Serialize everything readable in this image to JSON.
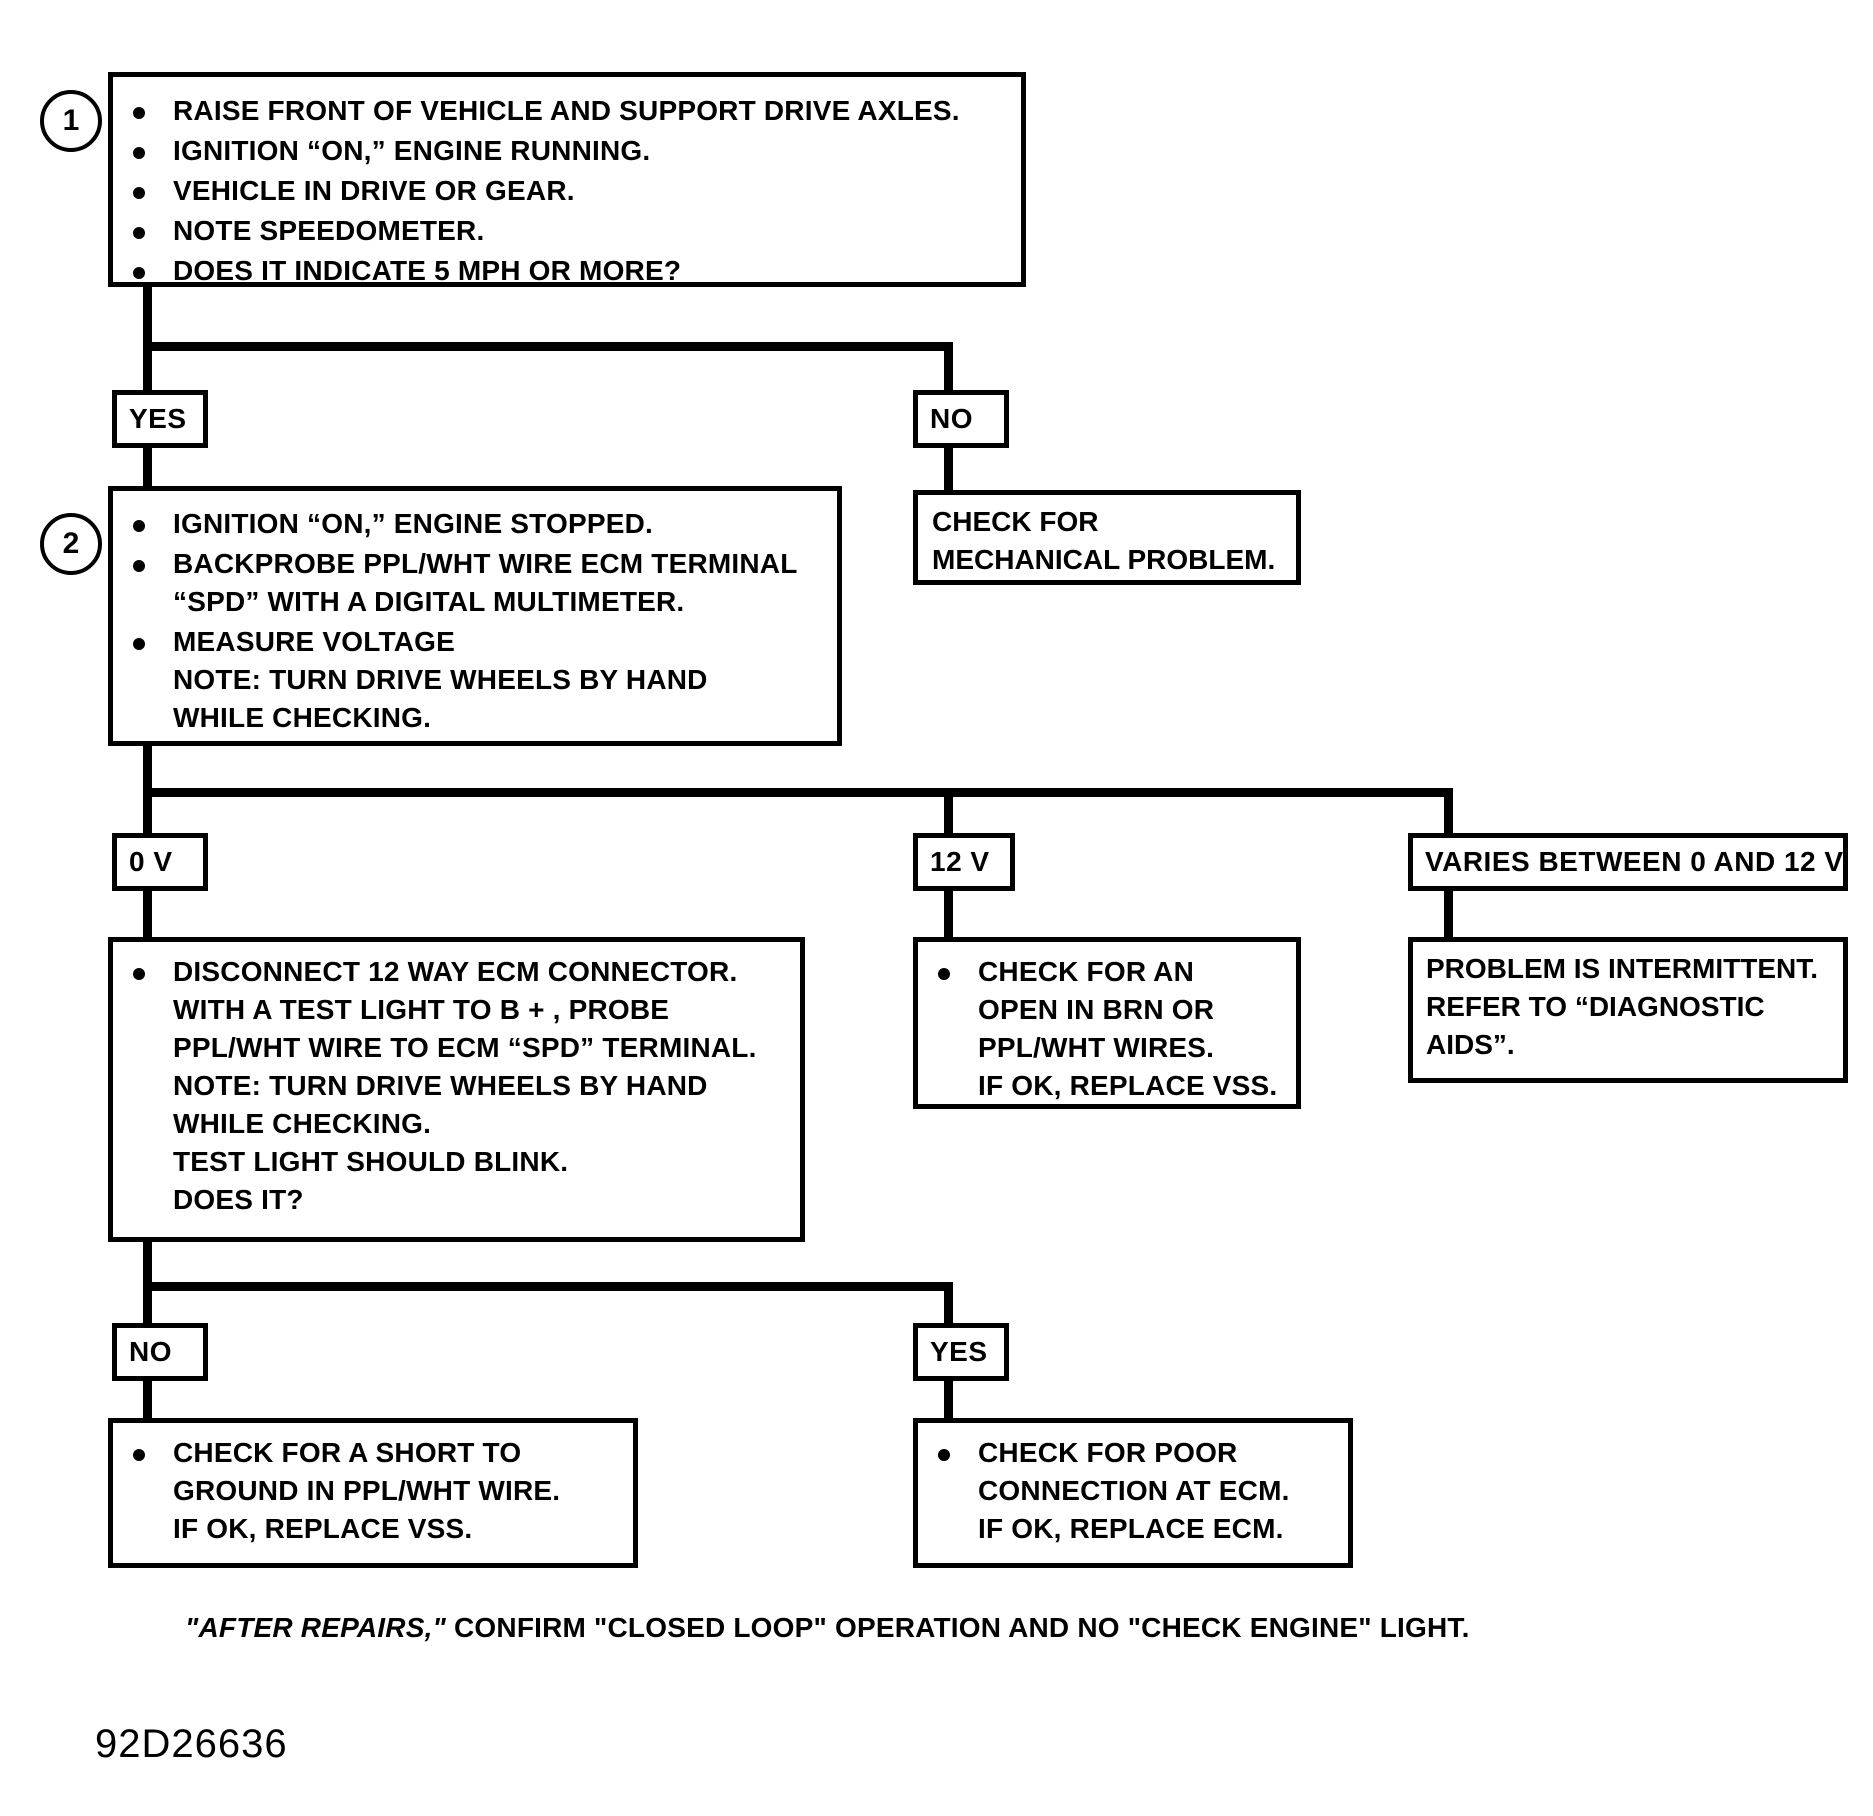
{
  "diagram": {
    "type": "troubleshooting-flowchart",
    "doc_code": "92D26636",
    "footer_note_italic": "\"AFTER REPAIRS,\"",
    "footer_note_rest": " CONFIRM \"CLOSED LOOP\" OPERATION AND NO \"CHECK ENGINE\" LIGHT."
  },
  "steps": {
    "step1": {
      "number": "1",
      "items": [
        "RAISE FRONT OF VEHICLE AND SUPPORT DRIVE AXLES.",
        "IGNITION “ON,” ENGINE RUNNING.",
        "VEHICLE IN DRIVE OR GEAR.",
        "NOTE SPEEDOMETER.",
        "DOES IT INDICATE 5 MPH OR MORE?"
      ]
    },
    "step2": {
      "number": "2",
      "items": [
        "IGNITION “ON,” ENGINE STOPPED.",
        "BACKPROBE PPL/WHT WIRE ECM TERMINAL\n“SPD” WITH A DIGITAL MULTIMETER.",
        "MEASURE VOLTAGE\nNOTE:  TURN DRIVE WHEELS BY HAND\nWHILE CHECKING."
      ]
    },
    "step3": {
      "items": [
        "DISCONNECT 12 WAY ECM CONNECTOR.\nWITH A TEST LIGHT TO B + , PROBE\nPPL/WHT WIRE TO ECM “SPD” TERMINAL.\nNOTE:  TURN DRIVE WHEELS BY HAND\nWHILE CHECKING.\nTEST LIGHT SHOULD BLINK.\nDOES IT?"
      ]
    }
  },
  "branch_labels": {
    "yes_1": "YES",
    "no_1": "NO",
    "v_0": "0 V",
    "v_12": "12 V",
    "v_varies": "VARIES BETWEEN 0 AND 12 V",
    "no_2": "NO",
    "yes_2": "YES"
  },
  "outcomes": {
    "mechanical": "CHECK FOR\nMECHANICAL PROBLEM.",
    "open_brn": "CHECK FOR AN\nOPEN IN BRN OR\nPPL/WHT WIRES.\nIF OK, REPLACE VSS.",
    "intermittent": "PROBLEM IS INTERMITTENT.\nREFER TO “DIAGNOSTIC\nAIDS”.",
    "short_ground": "CHECK FOR A SHORT TO\nGROUND IN PPL/WHT WIRE.\nIF OK, REPLACE VSS.",
    "poor_connection": "CHECK FOR POOR\nCONNECTION AT ECM.\nIF OK, REPLACE ECM."
  },
  "colors": {
    "ink": "#000000",
    "paper": "#ffffff"
  }
}
